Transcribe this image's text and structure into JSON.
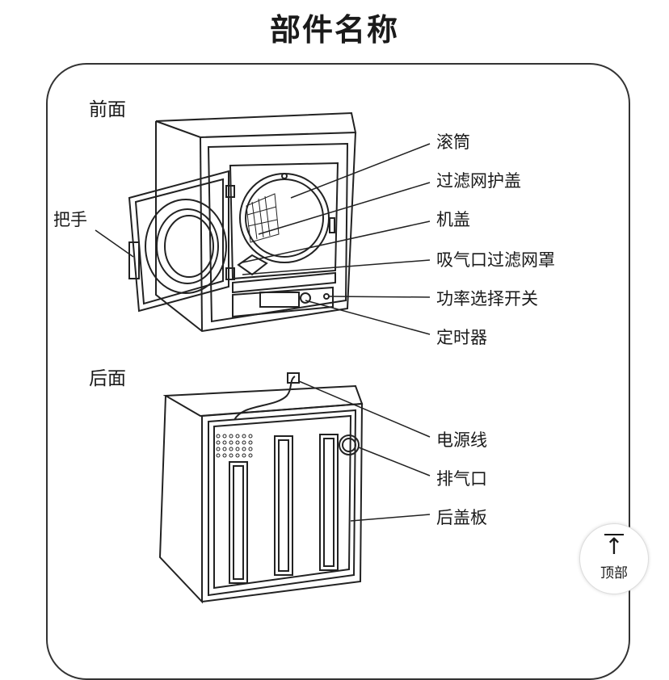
{
  "title": "部件名称",
  "front": {
    "heading": "前面",
    "labels": [
      "滚筒",
      "过滤网护盖",
      "机盖",
      "吸气口过滤网罩",
      "功率选择开关",
      "定时器"
    ],
    "handle": "把手"
  },
  "back": {
    "heading": "后面",
    "labels": [
      "电源线",
      "排气口",
      "后盖板"
    ]
  },
  "top_button": {
    "icon": "arrow-up-to-top-icon",
    "label": "顶部"
  }
}
